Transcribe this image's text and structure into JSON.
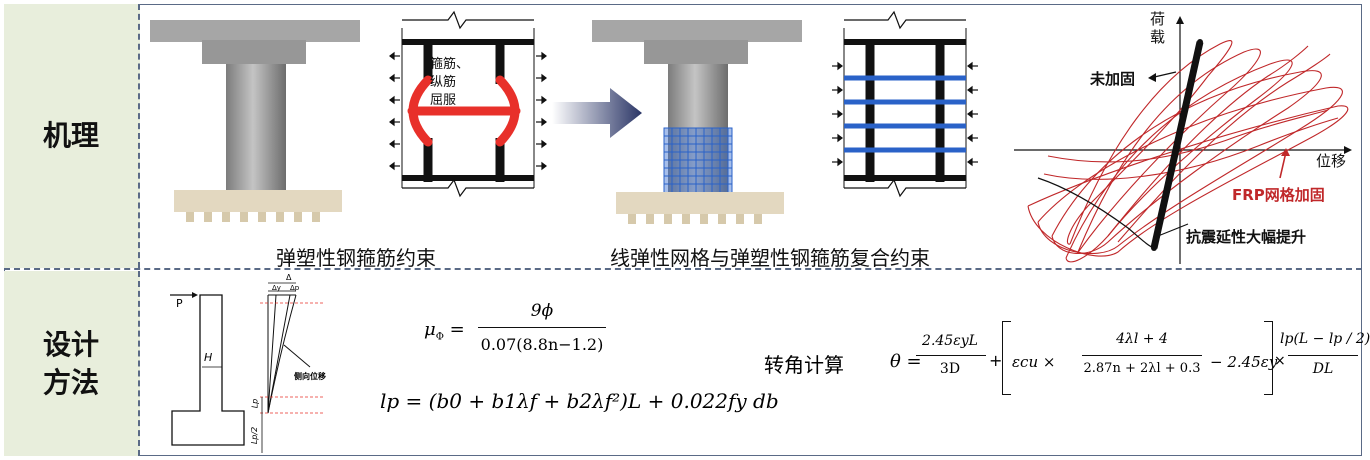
{
  "mechanism": {
    "row_label": "机理",
    "panel1_yield_note": "箍筋、\n纵筋\n屈服",
    "panel1_caption": "弹塑性钢箍筋约束",
    "panel2_caption": "线弹性网格与弹塑性钢箍筋复合约束",
    "hysteresis": {
      "y_axis_label": "荷\n载",
      "x_axis_label": "位移",
      "unreinforced_label": "未加固",
      "frp_label": "FRP网格加固",
      "ductility_label": "抗震延性大幅提升"
    }
  },
  "design": {
    "row_label": "设计\n方法",
    "column_sketch": {
      "load_label": "P",
      "height_label": "H",
      "lateral_disp_label": "侧向位移",
      "delta_total": "Δ",
      "delta_y": "Δy",
      "delta_p": "Δp",
      "lp_label": "Lp",
      "lp_half_label": "Lp/2"
    },
    "formula_mu": {
      "lhs": "μ",
      "lhs_sub": "Φ",
      "numerator": "9ϕ",
      "denominator": "0.07(8.8n−1.2)"
    },
    "formula_lp": "lp = (b0 + b1λf + b2λf²)L + 0.022fy db",
    "rotation_label": "转角计算",
    "formula_theta": {
      "lhs": "θ =",
      "t1_num": "2.45εyL",
      "t1_den": "3D",
      "eps_cu": "εcu ×",
      "t2_num": "4λl + 4",
      "t2_den": "2.87n + 2λl + 0.3",
      "t3": "− 2.45εy",
      "t4_num": "lp(L − lp / 2)",
      "t4_den": "DL"
    }
  },
  "colors": {
    "label_bg": "#e8eedc",
    "border": "#5a6a86",
    "steel_red": "#e8302a",
    "grid_blue": "#2a62c8",
    "hysteresis_red": "#c0282a"
  }
}
